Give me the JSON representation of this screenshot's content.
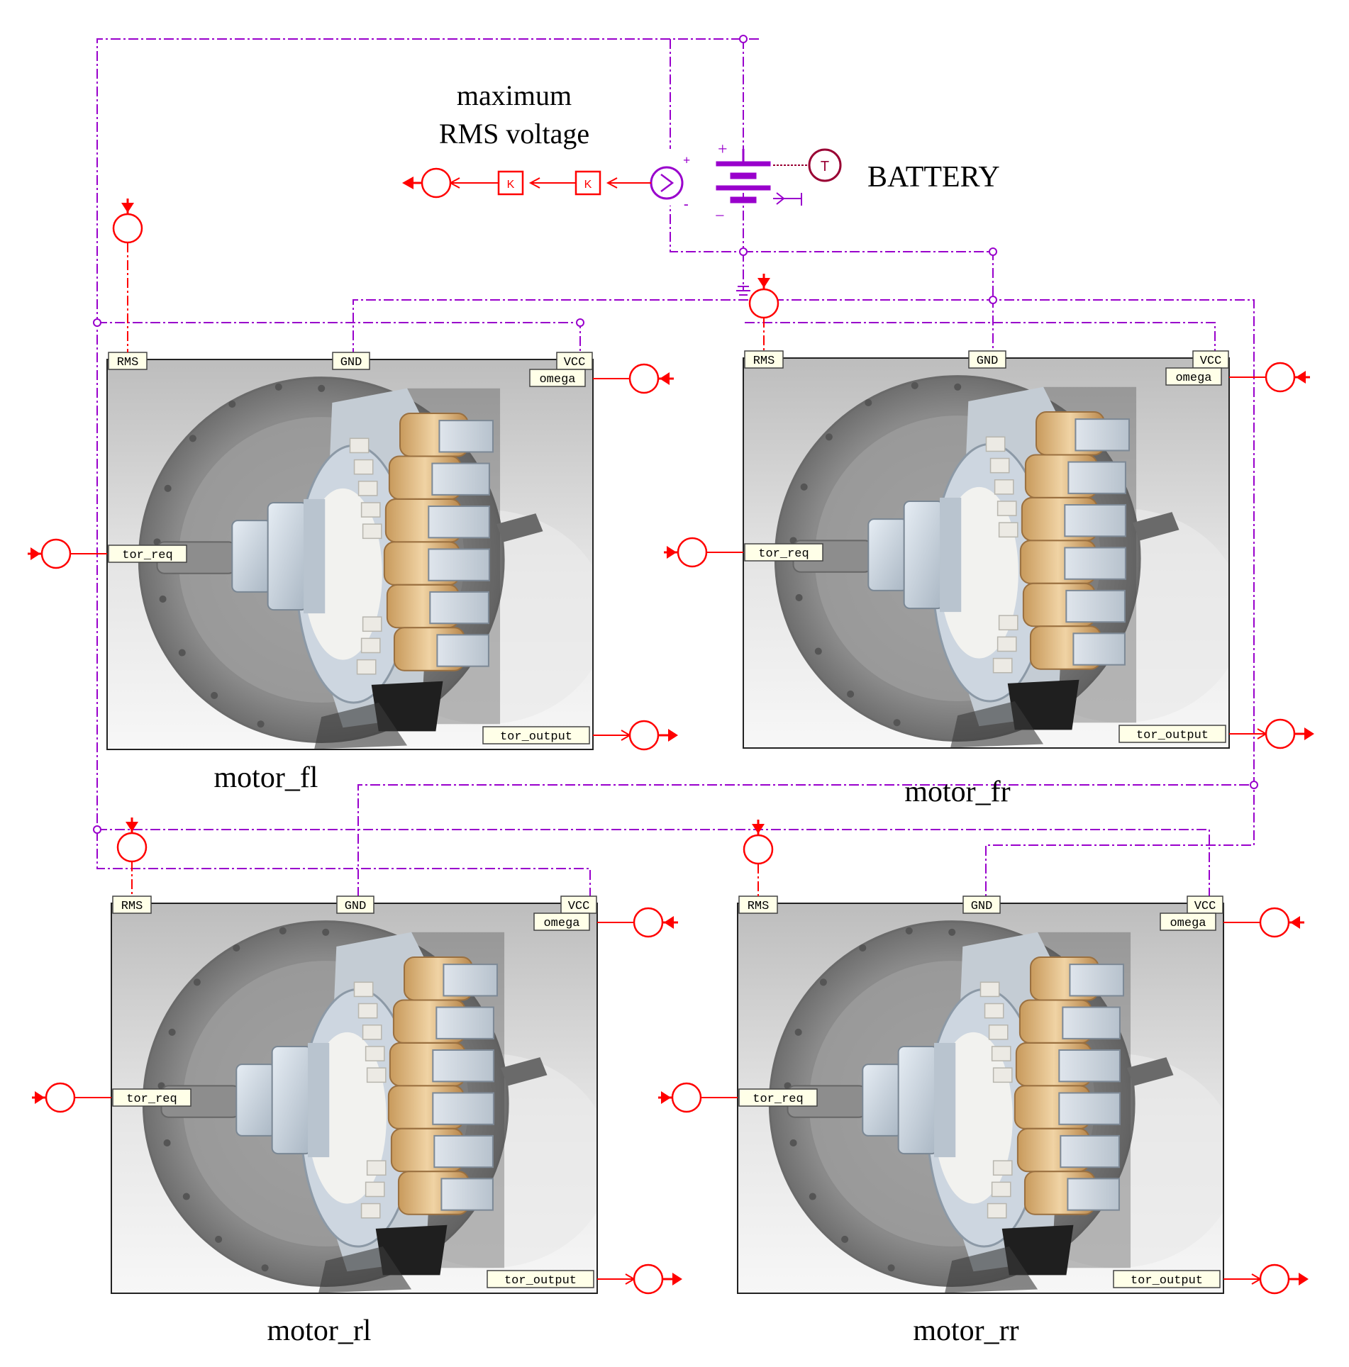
{
  "title_lines": [
    "maximum",
    "RMS voltage"
  ],
  "battery_label": "BATTERY",
  "thermal_port_label": "T",
  "gain_label": "K",
  "battery_signs": {
    "plus": "+",
    "minus": "−"
  },
  "sensor_signs": {
    "plus": "+",
    "minus": "-"
  },
  "port_labels": {
    "rms": "RMS",
    "gnd": "GND",
    "vcc": "VCC",
    "omega": "omega",
    "tor_req": "tor_req",
    "tor_output": "tor_output"
  },
  "motors": [
    {
      "id": "fl",
      "name": "motor_fl"
    },
    {
      "id": "fr",
      "name": "motor_fr"
    },
    {
      "id": "rl",
      "name": "motor_rl"
    },
    {
      "id": "rr",
      "name": "motor_rr"
    }
  ],
  "colors": {
    "signal": "#ff0000",
    "electrical": "#9900cc",
    "thermal": "#990033",
    "port_bg": "#ffffe8",
    "block_bg": "#dcdcdc"
  }
}
